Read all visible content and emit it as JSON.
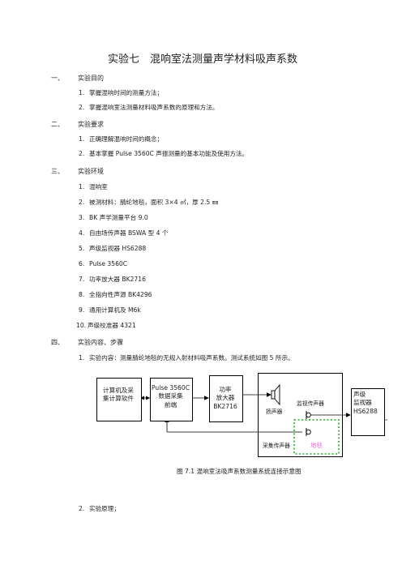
{
  "title": "实验七　混响室法测量声学材料吸声系数",
  "sections": [
    {
      "num": "一、",
      "title": "实验目的",
      "items": [
        {
          "n": "1.",
          "text": "掌握混响时间的测量方法；"
        },
        {
          "n": "2.",
          "text": "掌握混响室法测量材料吸声系数的原理和方法。"
        }
      ]
    },
    {
      "num": "二、",
      "title": "实验要求",
      "items": [
        {
          "n": "1.",
          "text": "正确理解混响时间的概念；"
        },
        {
          "n": "2.",
          "text": "基本掌握 Pulse 3560C 声振测量的基本功能及使用方法。"
        }
      ]
    },
    {
      "num": "三、",
      "title": "实验环境",
      "items": [
        {
          "n": "1.",
          "text": "混响室"
        },
        {
          "n": "2.",
          "text": "被测材料：腈纶地毯，面积 3×4 ㎡，厚 2.5 ㎜"
        },
        {
          "n": "3.",
          "text": "BK 声学测量平台   9.0"
        },
        {
          "n": "4.",
          "text": "自由场传声器 BSWA 型   4 个"
        },
        {
          "n": "5.",
          "text": "声级监视器 HS6288"
        },
        {
          "n": "6.",
          "text": "Pulse 3560C"
        },
        {
          "n": "7.",
          "text": "功率放大器 BK2716"
        },
        {
          "n": "8.",
          "text": "全指向性声源 BK4296"
        },
        {
          "n": "9.",
          "text": "通用计算机及   M6k"
        },
        {
          "n": "10.",
          "text": "声级校准器 4321"
        }
      ]
    },
    {
      "num": "四、",
      "title": "实验内容、步骤",
      "items": [
        {
          "n": "1.",
          "text": "实验内容：测量腈纶地毯的无规入射材料吸声系数。测试系统如图 5 所示。"
        }
      ]
    }
  ],
  "diagram": {
    "computer": "计算机及采\n集计算软件",
    "pulse": "Pulse 3560C\n数据采集\n前端",
    "amp": "功率\n放大器\nBK2716",
    "speaker": "扬声器",
    "monitor_mic": "监视传声器",
    "level_meter": "声级\n监视器\nHS6288",
    "capture_mic": "采集传声器",
    "carpet": "地毯",
    "carpet_color": "#e26bd0",
    "dash_color": "#19b319"
  },
  "caption": "图 7.1  混响室法吸声系数测量系统连接示意图",
  "step2": {
    "n": "2.",
    "text": "实验原理；"
  }
}
